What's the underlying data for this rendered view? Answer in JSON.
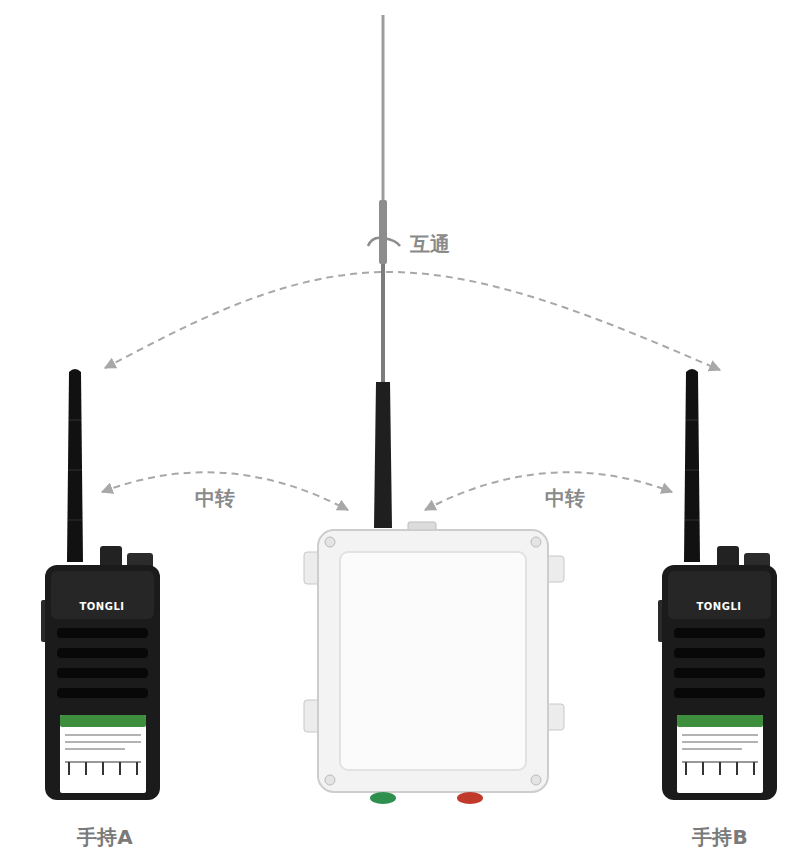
{
  "diagram": {
    "nodes": [
      {
        "text": [
          "手持A"
        ]
      },
      {
        "text": [
          "手持B"
        ]
      }
    ],
    "edges": [
      {
        "from": 0,
        "to": 1,
        "arrow": "both",
        "label": "互通"
      }
    ],
    "labels": [
      "中转",
      "中转",
      "TONGLI",
      "TONGLI"
    ]
  }
}
